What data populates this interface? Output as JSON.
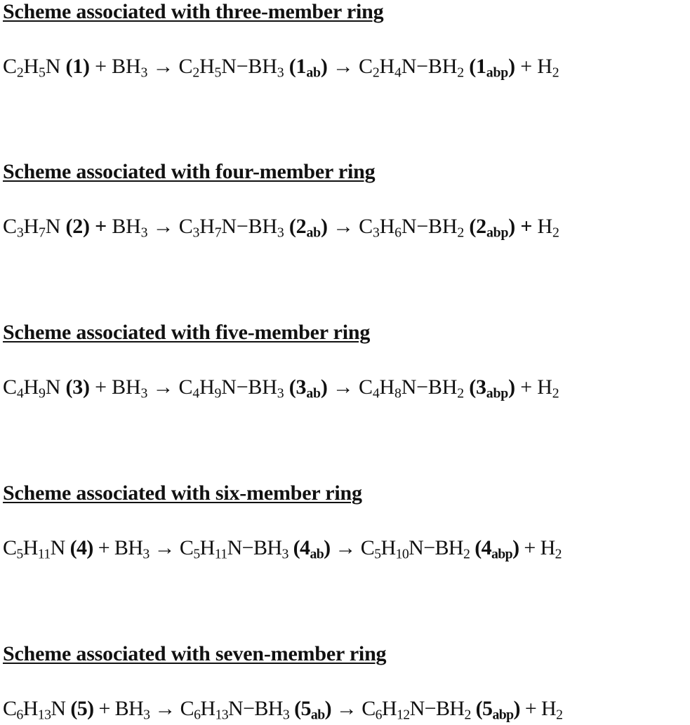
{
  "schemes": [
    {
      "heading": "Scheme associated with three-member ring",
      "equation": [
        {
          "t": "text",
          "v": "C"
        },
        {
          "t": "sub",
          "v": "2"
        },
        {
          "t": "text",
          "v": "H"
        },
        {
          "t": "sub",
          "v": "5"
        },
        {
          "t": "text",
          "v": "N "
        },
        {
          "t": "label",
          "v": "(1)"
        },
        {
          "t": "text",
          "v": " + BH"
        },
        {
          "t": "sub",
          "v": "3"
        },
        {
          "t": "text",
          "v": " → C"
        },
        {
          "t": "sub",
          "v": "2"
        },
        {
          "t": "text",
          "v": "H"
        },
        {
          "t": "sub",
          "v": "5"
        },
        {
          "t": "text",
          "v": "N−BH"
        },
        {
          "t": "sub",
          "v": "3"
        },
        {
          "t": "text",
          "v": " "
        },
        {
          "t": "label",
          "v": "(1"
        },
        {
          "t": "labelsub",
          "v": "ab"
        },
        {
          "t": "label",
          "v": ")"
        },
        {
          "t": "text",
          "v": " → C"
        },
        {
          "t": "sub",
          "v": "2"
        },
        {
          "t": "text",
          "v": "H"
        },
        {
          "t": "sub",
          "v": "4"
        },
        {
          "t": "text",
          "v": "N−BH"
        },
        {
          "t": "sub",
          "v": "2"
        },
        {
          "t": "text",
          "v": " "
        },
        {
          "t": "label",
          "v": "(1"
        },
        {
          "t": "labelsub",
          "v": "abp"
        },
        {
          "t": "label",
          "v": ")"
        },
        {
          "t": "text",
          "v": " + H"
        },
        {
          "t": "sub",
          "v": "2"
        }
      ]
    },
    {
      "heading": "Scheme associated with four-member ring",
      "equation": [
        {
          "t": "text",
          "v": "C"
        },
        {
          "t": "sub",
          "v": "3"
        },
        {
          "t": "text",
          "v": "H"
        },
        {
          "t": "sub",
          "v": "7"
        },
        {
          "t": "text",
          "v": "N "
        },
        {
          "t": "label",
          "v": "(2) +"
        },
        {
          "t": "text",
          "v": " BH"
        },
        {
          "t": "sub",
          "v": "3"
        },
        {
          "t": "text",
          "v": " → C"
        },
        {
          "t": "sub",
          "v": "3"
        },
        {
          "t": "text",
          "v": "H"
        },
        {
          "t": "sub",
          "v": "7"
        },
        {
          "t": "text",
          "v": "N−BH"
        },
        {
          "t": "sub",
          "v": "3"
        },
        {
          "t": "text",
          "v": " "
        },
        {
          "t": "label",
          "v": "(2"
        },
        {
          "t": "labelsub",
          "v": "ab"
        },
        {
          "t": "label",
          "v": ")"
        },
        {
          "t": "text",
          "v": " → C"
        },
        {
          "t": "sub",
          "v": "3"
        },
        {
          "t": "text",
          "v": "H"
        },
        {
          "t": "sub",
          "v": "6"
        },
        {
          "t": "text",
          "v": "N−BH"
        },
        {
          "t": "sub",
          "v": "2"
        },
        {
          "t": "text",
          "v": " "
        },
        {
          "t": "label",
          "v": "(2"
        },
        {
          "t": "labelsub",
          "v": "abp"
        },
        {
          "t": "label",
          "v": ") +"
        },
        {
          "t": "text",
          "v": " H"
        },
        {
          "t": "sub",
          "v": "2"
        }
      ]
    },
    {
      "heading": "Scheme associated with five-member ring",
      "equation": [
        {
          "t": "text",
          "v": "C"
        },
        {
          "t": "sub",
          "v": "4"
        },
        {
          "t": "text",
          "v": "H"
        },
        {
          "t": "sub",
          "v": "9"
        },
        {
          "t": "text",
          "v": "N "
        },
        {
          "t": "label",
          "v": "(3)"
        },
        {
          "t": "text",
          "v": " + BH"
        },
        {
          "t": "sub",
          "v": "3"
        },
        {
          "t": "text",
          "v": " → C"
        },
        {
          "t": "sub",
          "v": "4"
        },
        {
          "t": "text",
          "v": "H"
        },
        {
          "t": "sub",
          "v": "9"
        },
        {
          "t": "text",
          "v": "N−BH"
        },
        {
          "t": "sub",
          "v": "3"
        },
        {
          "t": "text",
          "v": " "
        },
        {
          "t": "label",
          "v": "(3"
        },
        {
          "t": "labelsub",
          "v": "ab"
        },
        {
          "t": "label",
          "v": ")"
        },
        {
          "t": "text",
          "v": " → C"
        },
        {
          "t": "sub",
          "v": "4"
        },
        {
          "t": "text",
          "v": "H"
        },
        {
          "t": "sub",
          "v": "8"
        },
        {
          "t": "text",
          "v": "N−BH"
        },
        {
          "t": "sub",
          "v": "2"
        },
        {
          "t": "text",
          "v": " "
        },
        {
          "t": "label",
          "v": "(3"
        },
        {
          "t": "labelsub",
          "v": "abp"
        },
        {
          "t": "label",
          "v": ")"
        },
        {
          "t": "text",
          "v": " + H"
        },
        {
          "t": "sub",
          "v": "2"
        }
      ]
    },
    {
      "heading": "Scheme associated with six-member ring",
      "equation": [
        {
          "t": "text",
          "v": "C"
        },
        {
          "t": "sub",
          "v": "5"
        },
        {
          "t": "text",
          "v": "H"
        },
        {
          "t": "sub",
          "v": "11"
        },
        {
          "t": "text",
          "v": "N "
        },
        {
          "t": "label",
          "v": "(4)"
        },
        {
          "t": "text",
          "v": " + BH"
        },
        {
          "t": "sub",
          "v": "3"
        },
        {
          "t": "text",
          "v": " → C"
        },
        {
          "t": "sub",
          "v": "5"
        },
        {
          "t": "text",
          "v": "H"
        },
        {
          "t": "sub",
          "v": "11"
        },
        {
          "t": "text",
          "v": "N−BH"
        },
        {
          "t": "sub",
          "v": "3"
        },
        {
          "t": "text",
          "v": " "
        },
        {
          "t": "label",
          "v": "(4"
        },
        {
          "t": "labelsub",
          "v": "ab"
        },
        {
          "t": "label",
          "v": ")"
        },
        {
          "t": "text",
          "v": " → C"
        },
        {
          "t": "sub",
          "v": "5"
        },
        {
          "t": "text",
          "v": "H"
        },
        {
          "t": "sub",
          "v": "10"
        },
        {
          "t": "text",
          "v": "N−BH"
        },
        {
          "t": "sub",
          "v": "2"
        },
        {
          "t": "text",
          "v": " "
        },
        {
          "t": "label",
          "v": "(4"
        },
        {
          "t": "labelsub",
          "v": "abp"
        },
        {
          "t": "label",
          "v": ")"
        },
        {
          "t": "text",
          "v": " + H"
        },
        {
          "t": "sub",
          "v": "2"
        }
      ]
    },
    {
      "heading": "Scheme associated with seven-member ring",
      "equation": [
        {
          "t": "text",
          "v": "C"
        },
        {
          "t": "sub",
          "v": "6"
        },
        {
          "t": "text",
          "v": "H"
        },
        {
          "t": "sub",
          "v": "13"
        },
        {
          "t": "text",
          "v": "N "
        },
        {
          "t": "label",
          "v": "(5)"
        },
        {
          "t": "text",
          "v": " + BH"
        },
        {
          "t": "sub",
          "v": "3"
        },
        {
          "t": "text",
          "v": " → C"
        },
        {
          "t": "sub",
          "v": "6"
        },
        {
          "t": "text",
          "v": "H"
        },
        {
          "t": "sub",
          "v": "13"
        },
        {
          "t": "text",
          "v": "N−BH"
        },
        {
          "t": "sub",
          "v": "3"
        },
        {
          "t": "text",
          "v": " "
        },
        {
          "t": "label",
          "v": "(5"
        },
        {
          "t": "labelsub",
          "v": "ab"
        },
        {
          "t": "label",
          "v": ")"
        },
        {
          "t": "text",
          "v": " → C"
        },
        {
          "t": "sub",
          "v": "6"
        },
        {
          "t": "text",
          "v": "H"
        },
        {
          "t": "sub",
          "v": "12"
        },
        {
          "t": "text",
          "v": "N−BH"
        },
        {
          "t": "sub",
          "v": "2"
        },
        {
          "t": "text",
          "v": " "
        },
        {
          "t": "label",
          "v": "(5"
        },
        {
          "t": "labelsub",
          "v": "abp"
        },
        {
          "t": "label",
          "v": ")"
        },
        {
          "t": "text",
          "v": " + H"
        },
        {
          "t": "sub",
          "v": "2"
        }
      ]
    }
  ]
}
